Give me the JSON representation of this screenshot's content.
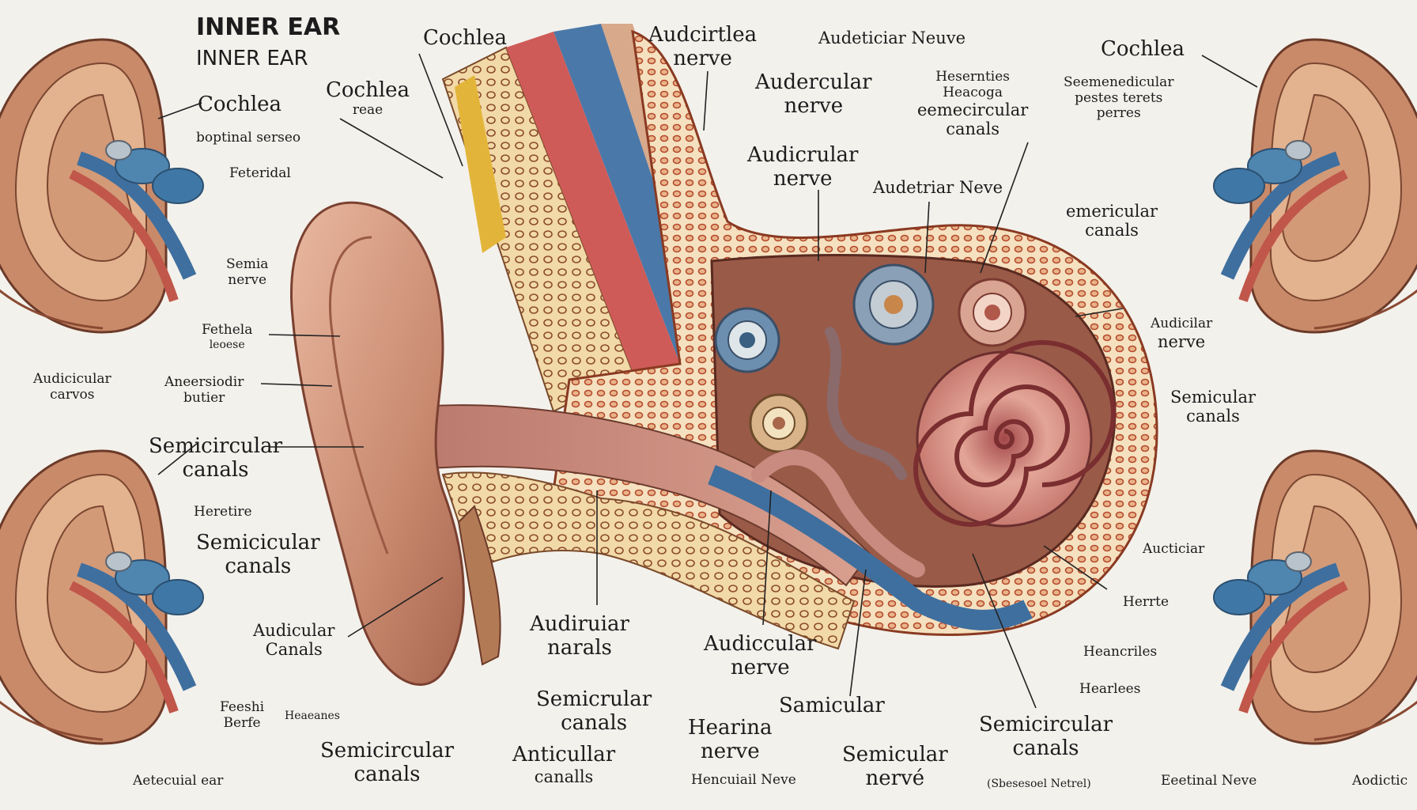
{
  "title": "INNER EAR",
  "subtitle": "INNER EAR",
  "labels": {
    "l01": "Cochlea",
    "l02": "Audcirtlea",
    "l03": "nerve",
    "l04": "Audeticiar Neuve",
    "l05": "Cochlea",
    "l06": "Cochlea",
    "l07": "reae",
    "l08": "Audercular",
    "l09": "nerve",
    "l10": "Hesernties",
    "l11": "Heacoga",
    "l12": "eemecircular",
    "l13": "canals",
    "l14": "Seemenedicular",
    "l15": "pestes  terets",
    "l16": "perres",
    "l17": "Cochlea",
    "l18": "boptinal serseo",
    "l19": "Feteridal",
    "l20": "Audicrular",
    "l21": "nerve",
    "l22": "Audetriar Neve",
    "l23": "emericular",
    "l24": "canals",
    "l25": "Semia",
    "l26": "nerve",
    "l27": "Fethela",
    "l28": "leoese",
    "l29": "Audicicular",
    "l30": "carvos",
    "l31": "Aneersiodir",
    "l32": "butier",
    "l33": "Semicircular",
    "l34": "canals",
    "l35": "Audicilar",
    "l36": "nerve",
    "l37": "Semicular",
    "l38": "canals",
    "l39": "Heretire",
    "l40": "Semicicular",
    "l41": "canals",
    "l42": "Aucticiar",
    "l43": "Audicular",
    "l44": "Canals",
    "l45": "Audiruiar",
    "l46": "narals",
    "l47": "Audiccular",
    "l48": "nerve",
    "l49": "Herrte",
    "l50": "Semicrular",
    "l51": "canals",
    "l52": "Samicular",
    "l53": "Hearina",
    "l54": "nerve",
    "l55": "Semicircular",
    "l56": "canals",
    "l57": "Hearlees",
    "l58": "Heancriles",
    "l59": "Semicircular",
    "l60": "canals",
    "l61": "Anticullar",
    "l62": "canalls",
    "l63": "Semicular",
    "l64": "nervé",
    "l65": "Heaeanes",
    "l66": "Feeshi",
    "l67": "Berfe",
    "l68": "Aetecuial ear",
    "l69": "Hencuiail Neve",
    "l70": "(Sbesesoel Netrel)",
    "l71": "Eeetinal Neve",
    "l72": "Aodictic"
  }
}
